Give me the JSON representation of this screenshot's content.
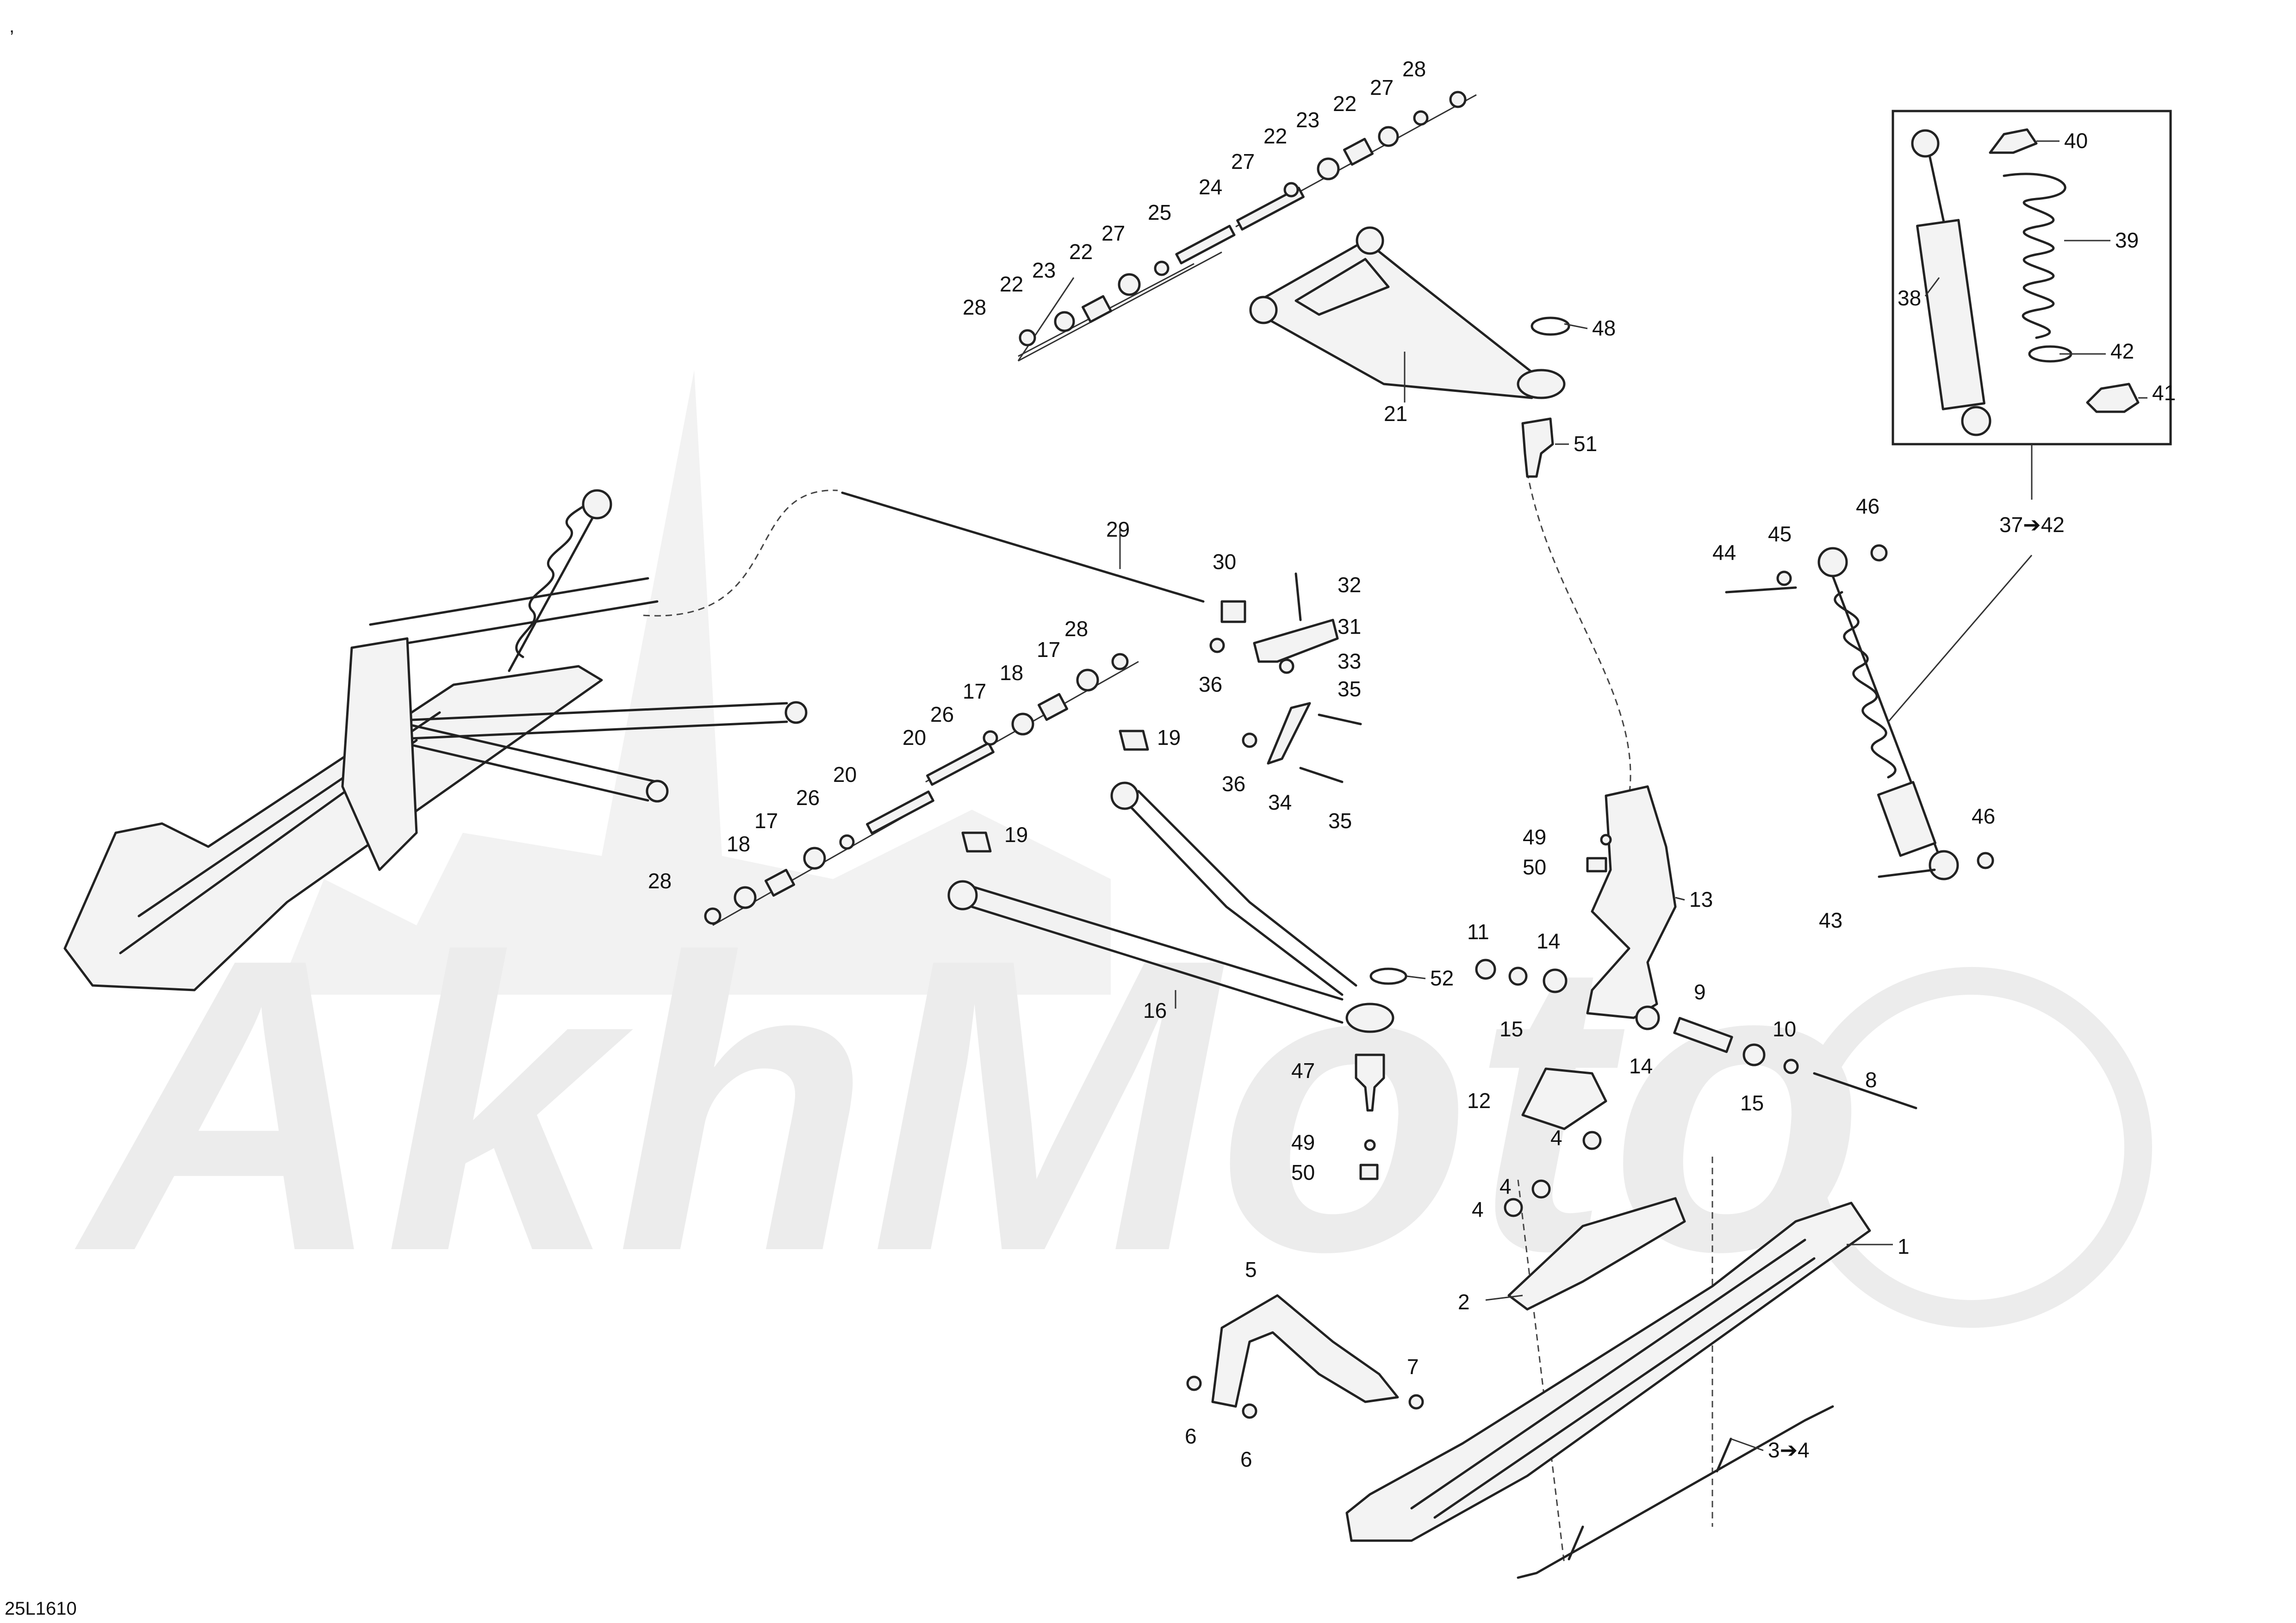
{
  "diagram": {
    "code": "25L1610",
    "corner_mark": ",",
    "watermark": "AkhMoto",
    "callouts": [
      {
        "id": "c1",
        "label": "1"
      },
      {
        "id": "c2",
        "label": "2"
      },
      {
        "id": "c3",
        "label": "3➔4"
      },
      {
        "id": "c4a",
        "label": "4"
      },
      {
        "id": "c4b",
        "label": "4"
      },
      {
        "id": "c4c",
        "label": "4"
      },
      {
        "id": "c5",
        "label": "5"
      },
      {
        "id": "c6a",
        "label": "6"
      },
      {
        "id": "c6b",
        "label": "6"
      },
      {
        "id": "c7",
        "label": "7"
      },
      {
        "id": "c8",
        "label": "8"
      },
      {
        "id": "c9",
        "label": "9"
      },
      {
        "id": "c10",
        "label": "10"
      },
      {
        "id": "c11",
        "label": "11"
      },
      {
        "id": "c12",
        "label": "12"
      },
      {
        "id": "c13",
        "label": "13"
      },
      {
        "id": "c14a",
        "label": "14"
      },
      {
        "id": "c14b",
        "label": "14"
      },
      {
        "id": "c15a",
        "label": "15"
      },
      {
        "id": "c15b",
        "label": "15"
      },
      {
        "id": "c16",
        "label": "16"
      },
      {
        "id": "c17a",
        "label": "17"
      },
      {
        "id": "c17b",
        "label": "17"
      },
      {
        "id": "c17c",
        "label": "17"
      },
      {
        "id": "c18a",
        "label": "18"
      },
      {
        "id": "c18b",
        "label": "18"
      },
      {
        "id": "c19a",
        "label": "19"
      },
      {
        "id": "c19b",
        "label": "19"
      },
      {
        "id": "c20a",
        "label": "20"
      },
      {
        "id": "c20b",
        "label": "20"
      },
      {
        "id": "c21",
        "label": "21"
      },
      {
        "id": "c22a",
        "label": "22"
      },
      {
        "id": "c22b",
        "label": "22"
      },
      {
        "id": "c22c",
        "label": "22"
      },
      {
        "id": "c22d",
        "label": "22"
      },
      {
        "id": "c23a",
        "label": "23"
      },
      {
        "id": "c23b",
        "label": "23"
      },
      {
        "id": "c24",
        "label": "24"
      },
      {
        "id": "c25",
        "label": "25"
      },
      {
        "id": "c26a",
        "label": "26"
      },
      {
        "id": "c26b",
        "label": "26"
      },
      {
        "id": "c27a",
        "label": "27"
      },
      {
        "id": "c27b",
        "label": "27"
      },
      {
        "id": "c27c",
        "label": "27"
      },
      {
        "id": "c28a",
        "label": "28"
      },
      {
        "id": "c28b",
        "label": "28"
      },
      {
        "id": "c28c",
        "label": "28"
      },
      {
        "id": "c28d",
        "label": "28"
      },
      {
        "id": "c29",
        "label": "29"
      },
      {
        "id": "c30",
        "label": "30"
      },
      {
        "id": "c31",
        "label": "31"
      },
      {
        "id": "c32",
        "label": "32"
      },
      {
        "id": "c33",
        "label": "33"
      },
      {
        "id": "c34",
        "label": "34"
      },
      {
        "id": "c35a",
        "label": "35"
      },
      {
        "id": "c35b",
        "label": "35"
      },
      {
        "id": "c36a",
        "label": "36"
      },
      {
        "id": "c36b",
        "label": "36"
      },
      {
        "id": "c37",
        "label": "37➔42"
      },
      {
        "id": "c38",
        "label": "38"
      },
      {
        "id": "c39",
        "label": "39"
      },
      {
        "id": "c40",
        "label": "40"
      },
      {
        "id": "c41",
        "label": "41"
      },
      {
        "id": "c42",
        "label": "42"
      },
      {
        "id": "c43",
        "label": "43"
      },
      {
        "id": "c44",
        "label": "44"
      },
      {
        "id": "c45",
        "label": "45"
      },
      {
        "id": "c46a",
        "label": "46"
      },
      {
        "id": "c46b",
        "label": "46"
      },
      {
        "id": "c47",
        "label": "47"
      },
      {
        "id": "c48",
        "label": "48"
      },
      {
        "id": "c49a",
        "label": "49"
      },
      {
        "id": "c49b",
        "label": "49"
      },
      {
        "id": "c50a",
        "label": "50"
      },
      {
        "id": "c50b",
        "label": "50"
      },
      {
        "id": "c51",
        "label": "51"
      },
      {
        "id": "c52",
        "label": "52"
      }
    ]
  }
}
